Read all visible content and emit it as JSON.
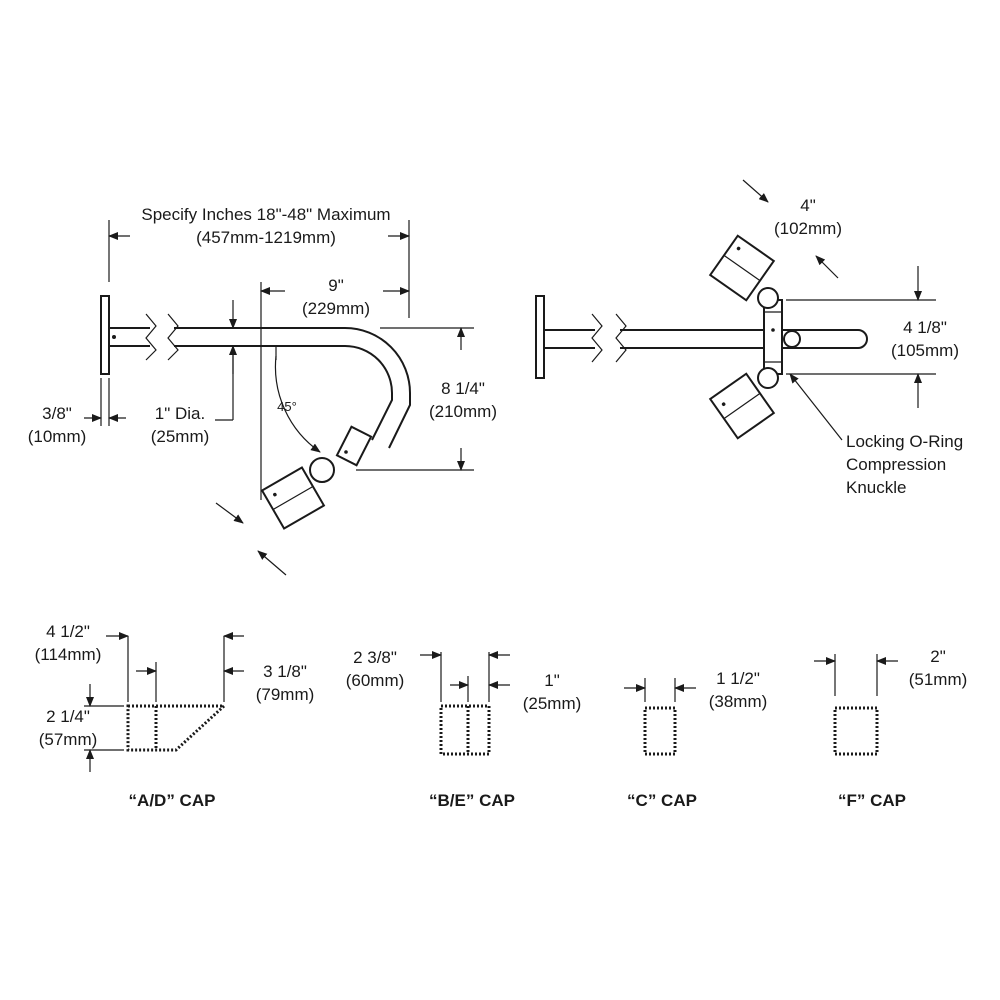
{
  "side_view": {
    "overall_length_1": "Specify Inches 18\"-48\" Maximum",
    "overall_length_2": "(457mm-1219mm)",
    "reach_1": "9\"",
    "reach_2": "(229mm)",
    "drop_1": "8 1/4\"",
    "drop_2": "(210mm)",
    "angle": "45°",
    "plate_1": "3/8\"",
    "plate_2": "(10mm)",
    "dia_1": "1\" Dia.",
    "dia_2": "(25mm)"
  },
  "top_view": {
    "head_1": "4\"",
    "head_2": "(102mm)",
    "spread_1": "4 1/8\"",
    "spread_2": "(105mm)",
    "knuckle_1": "Locking O-Ring",
    "knuckle_2": "Compression",
    "knuckle_3": "Knuckle"
  },
  "caps": {
    "ad": {
      "len_1": "4 1/2\"",
      "len_2": "(114mm)",
      "short_1": "3 1/8\"",
      "short_2": "(79mm)",
      "height_1": "2 1/4\"",
      "height_2": "(57mm)",
      "name": "“A/D” CAP"
    },
    "be": {
      "len_1": "2 3/8\"",
      "len_2": "(60mm)",
      "seg_1": "1\"",
      "seg_2": "(25mm)",
      "name": "“B/E” CAP"
    },
    "c": {
      "len_1": "1 1/2\"",
      "len_2": "(38mm)",
      "name": "“C” CAP"
    },
    "f": {
      "len_1": "2\"",
      "len_2": "(51mm)",
      "name": "“F” CAP"
    }
  }
}
